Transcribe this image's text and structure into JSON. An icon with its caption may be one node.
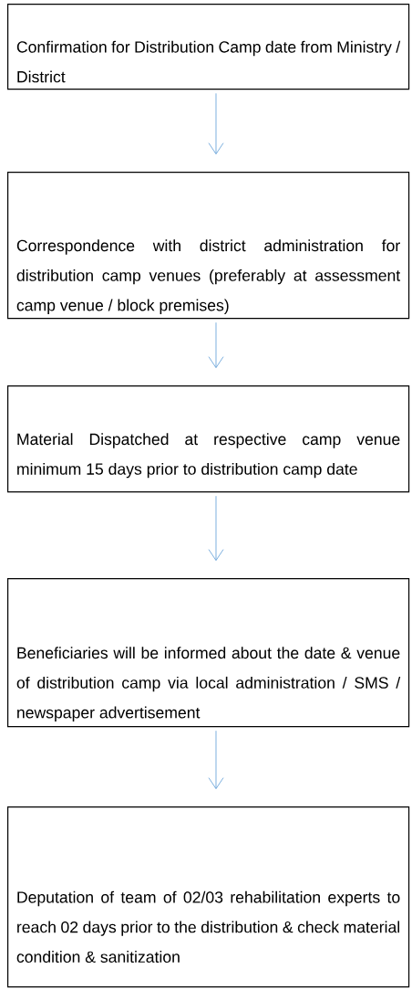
{
  "diagram": {
    "nodes": [
      {
        "text": [
          "Confirmation for Distribution Camp date from Ministry / District"
        ]
      },
      {
        "text": [
          "Correspondence with district administration for distribution camp venues (preferably at assessment camp venue / block premises)"
        ]
      },
      {
        "text": [
          "Material Dispatched at respective camp venue minimum 15 days prior to distribution camp date"
        ]
      },
      {
        "text": [
          "Beneficiaries will be informed about the date & venue of distribution camp via local administration / SMS / newspaper advertisement"
        ]
      },
      {
        "text": [
          "Deputation of team of 02/03 rehabilitation experts to reach 02 days prior to the distribution & check material condition & sanitization"
        ]
      }
    ],
    "edges": [
      {
        "from": 0,
        "to": 1,
        "arrow": "to"
      },
      {
        "from": 1,
        "to": 2,
        "arrow": "to"
      },
      {
        "from": 2,
        "to": 3,
        "arrow": "to"
      },
      {
        "from": 3,
        "to": 4,
        "arrow": "to"
      }
    ]
  }
}
